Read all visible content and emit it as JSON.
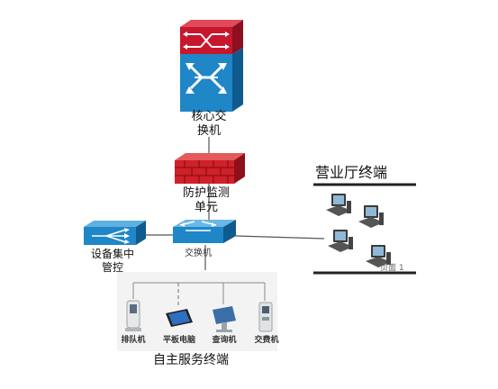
{
  "nodes": {
    "core_switch": {
      "label_line1": "核心交",
      "label_line2": "换机"
    },
    "firewall": {
      "label_line1": "防护监测",
      "label_line2": "单元"
    },
    "device_mgmt": {
      "label_line1": "设备集中",
      "label_line2": "管控"
    },
    "access_switch": {
      "label": "交换机"
    },
    "hall_terminals": {
      "title": "营业厅终端",
      "page_note": "页面 1"
    },
    "self_service": {
      "title": "自主服务终端",
      "terminals": [
        "排队机",
        "平板电脑",
        "查询机",
        "交费机"
      ]
    }
  },
  "colors": {
    "switch_blue": "#1f86c7",
    "switch_dark": "#135a8c",
    "router_red": "#c8162c",
    "firewall_red": "#d0202a",
    "link_gray": "#555555"
  }
}
